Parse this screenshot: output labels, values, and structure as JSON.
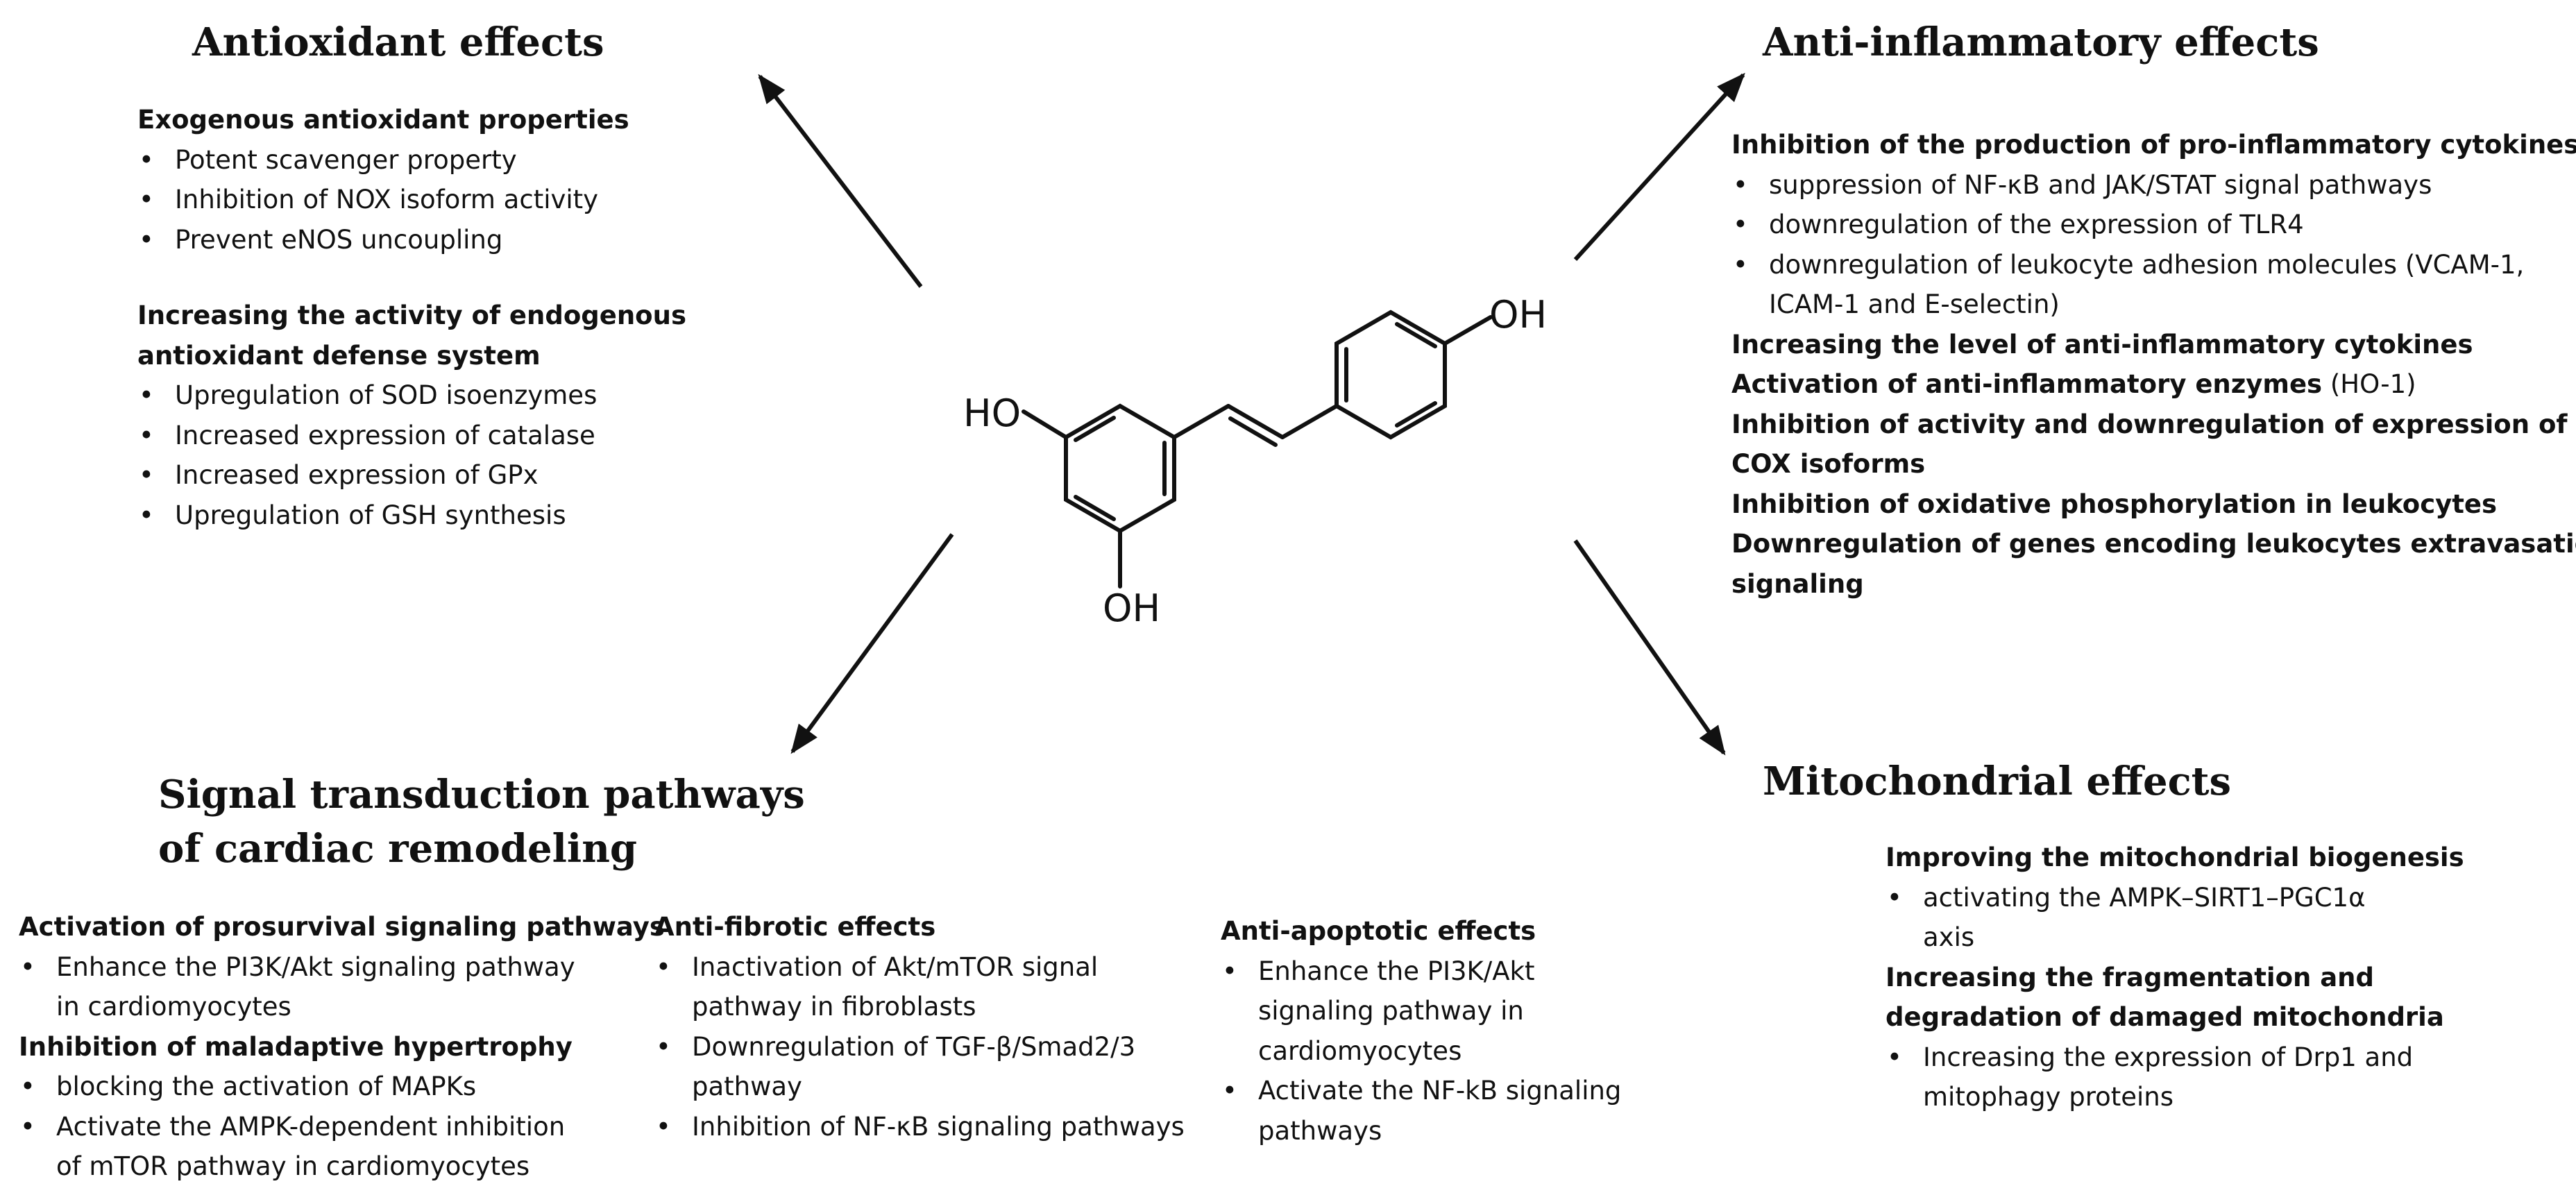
{
  "antioxidant": {
    "title": "Antioxidant effects",
    "group1_title": "Exogenous antioxidant properties",
    "group1_items": [
      "Potent scavenger property",
      "Inhibition of NOX isoform activity",
      "Prevent eNOS uncoupling"
    ],
    "group2_title_line1": "Increasing the activity of endogenous",
    "group2_title_line2": "antioxidant defense system",
    "group2_items": [
      "Upregulation of SOD isoenzymes",
      "Increased expression of catalase",
      "Increased expression of GPx",
      "Upregulation of GSH synthesis"
    ]
  },
  "anti_inflammatory": {
    "title": "Anti-inflammatory effects",
    "group1_title": "Inhibition of the production of pro-inflammatory cytokines",
    "group1_items": [
      "suppression of NF-κB and JAK/STAT signal pathways",
      "downregulation of the expression of TLR4",
      "downregulation of leukocyte adhesion molecules (VCAM-1, ICAM-1 and E-selectin)"
    ],
    "item3_line1": "downregulation of leukocyte adhesion molecules (VCAM-1,",
    "item3_line2": "ICAM-1 and E-selectin)",
    "line_cytokines": "Increasing the level of anti-inflammatory cytokines",
    "line_enzymes": "Activation of anti-inflammatory enzymes",
    "line_enzymes_suffix": " (HO-1)",
    "line_cox_1": "Inhibition of activity and downregulation of expression of",
    "line_cox_2": "COX isoforms",
    "line_oxphos": "Inhibition of oxidative phosphorylation in leukocytes",
    "line_extrav_1": "Downregulation of genes encoding leukocytes extravasation",
    "line_extrav_2": "signaling"
  },
  "signal": {
    "title_line1": "Signal transduction pathways",
    "title_line2": "of  cardiac remodeling",
    "prosurvival_title": "Activation of prosurvival signaling pathways",
    "prosurvival_item_line1": "Enhance the PI3K/Akt signaling pathway",
    "prosurvival_item_line2": "in cardiomyocytes",
    "hypertrophy_title": "Inhibition of maladaptive hypertrophy",
    "hypertrophy_item1": "blocking the activation of MAPKs",
    "hypertrophy_item2_line1": "Activate the AMPK-dependent inhibition",
    "hypertrophy_item2_line2": "of mTOR pathway in cardiomyocytes",
    "fibrotic_title": "Anti-fibrotic effects",
    "fibrotic_item1_line1": "Inactivation of Akt/mTOR signal",
    "fibrotic_item1_line2": "pathway in fibroblasts",
    "fibrotic_item2_line1": "Downregulation of TGF-β/Smad2/3",
    "fibrotic_item2_line2": "pathway",
    "fibrotic_item3": "Inhibition of NF-κB signaling pathways",
    "apoptotic_title": "Anti-apoptotic effects",
    "apoptotic_item1_line1": "Enhance the PI3K/Akt",
    "apoptotic_item1_line2": "signaling pathway in",
    "apoptotic_item1_line3": "cardiomyocytes",
    "apoptotic_item2_line1": "Activate the NF-kB signaling",
    "apoptotic_item2_line2": "pathways"
  },
  "mitochondrial": {
    "title": "Mitochondrial effects",
    "biogenesis_title": "Improving the mitochondrial biogenesis",
    "biogenesis_item_line1": "activating the AMPK–SIRT1–PGC1α",
    "biogenesis_item_line2": "axis",
    "fragmentation_title_line1": "Increasing the fragmentation and",
    "fragmentation_title_line2": "degradation of damaged mitochondria",
    "fragmentation_item_line1": "Increasing the expression of Drp1 and",
    "fragmentation_item_line2": "mitophagy proteins"
  },
  "molecule": {
    "label_oh_top": "OH",
    "label_ho_left": "HO",
    "label_oh_bottom": "OH"
  }
}
